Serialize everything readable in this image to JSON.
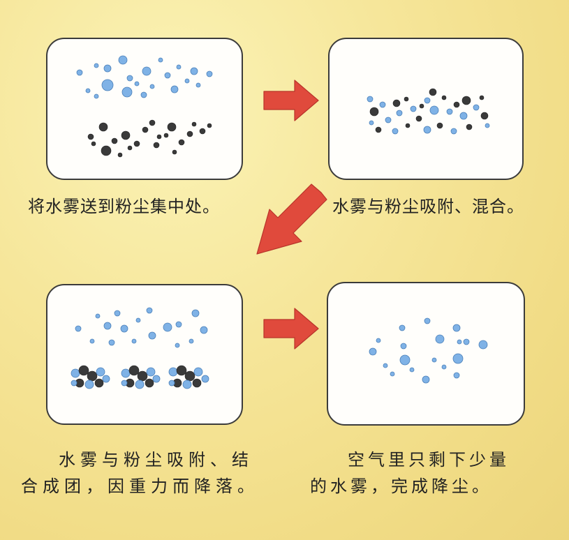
{
  "captions": {
    "step1": "将水雾送到粉尘集中处。",
    "step2": "水雾与粉尘吸附、混合。",
    "step3_line1": "水雾与粉尘吸附、结",
    "step3_line2": "合成团，因重力而降落。",
    "step4_line1": "空气里只剩下少量",
    "step4_line2": "的水雾，完成降尘。"
  },
  "colors": {
    "background": "#f5e597",
    "water_drop": "#7fb2e6",
    "dust_particle": "#3a3a3a",
    "arrow": "#e04a3c",
    "panel_border": "#3b3b3b"
  },
  "icons": {
    "arrow_right": "arrow-right-icon",
    "arrow_down_left": "arrow-down-left-icon"
  }
}
